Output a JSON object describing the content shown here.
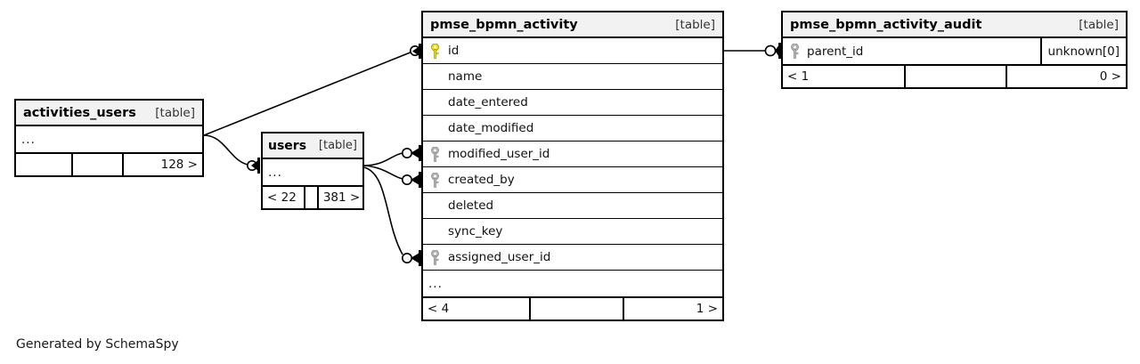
{
  "diagram": {
    "credit": "Generated by SchemaSpy",
    "table_tag": "[table]",
    "ellipsis": "...",
    "colors": {
      "primary_key": "#f2e014",
      "foreign_key": "#b5b5b5",
      "header_bg": "#f2f2f2",
      "border": "#000000",
      "background": "#ffffff"
    }
  },
  "tables": [
    {
      "id": "pmse_bpmn_activity",
      "name": "pmse_bpmn_activity",
      "tag": "[table]",
      "columns": [
        {
          "name": "id",
          "key": "primary",
          "key_icon": "key-icon-primary",
          "type": ""
        },
        {
          "name": "name",
          "key": "none",
          "key_icon": "",
          "type": ""
        },
        {
          "name": "date_entered",
          "key": "none",
          "key_icon": "",
          "type": ""
        },
        {
          "name": "date_modified",
          "key": "none",
          "key_icon": "",
          "type": ""
        },
        {
          "name": "modified_user_id",
          "key": "foreign",
          "key_icon": "key-icon-foreign",
          "type": ""
        },
        {
          "name": "created_by",
          "key": "foreign",
          "key_icon": "key-icon-foreign",
          "type": ""
        },
        {
          "name": "deleted",
          "key": "none",
          "key_icon": "",
          "type": ""
        },
        {
          "name": "sync_key",
          "key": "none",
          "key_icon": "",
          "type": ""
        },
        {
          "name": "assigned_user_id",
          "key": "foreign",
          "key_icon": "key-icon-foreign",
          "type": ""
        }
      ],
      "more_row": "...",
      "footer": {
        "left": "< 4",
        "middle": "",
        "right": "1 >"
      }
    },
    {
      "id": "pmse_bpmn_activity_audit",
      "name": "pmse_bpmn_activity_audit",
      "tag": "[table]",
      "columns": [
        {
          "name": "parent_id",
          "key": "foreign",
          "key_icon": "key-icon-foreign",
          "type": "unknown[0]"
        }
      ],
      "more_row": "",
      "footer": {
        "left": "< 1",
        "middle": "",
        "right": "0 >"
      }
    },
    {
      "id": "activities_users",
      "name": "activities_users",
      "tag": "[table]",
      "columns": [],
      "more_row": "...",
      "footer": {
        "left": "",
        "middle": "",
        "right": "128 >"
      }
    },
    {
      "id": "users",
      "name": "users",
      "tag": "[table]",
      "columns": [],
      "more_row": "...",
      "footer": {
        "left": "< 22",
        "middle": "",
        "right": "381 >"
      }
    }
  ],
  "relationships": [
    {
      "from": "activities_users",
      "to": "pmse_bpmn_activity.id",
      "cardinality": "zero-or-many"
    },
    {
      "from": "activities_users",
      "to": "users",
      "cardinality": "zero-or-many"
    },
    {
      "from": "users",
      "to": "pmse_bpmn_activity.modified_user_id",
      "cardinality": "zero-or-many"
    },
    {
      "from": "users",
      "to": "pmse_bpmn_activity.created_by",
      "cardinality": "zero-or-many"
    },
    {
      "from": "users",
      "to": "pmse_bpmn_activity.assigned_user_id",
      "cardinality": "zero-or-many"
    },
    {
      "from": "pmse_bpmn_activity.id",
      "to": "pmse_bpmn_activity_audit.parent_id",
      "cardinality": "zero-or-many"
    }
  ]
}
